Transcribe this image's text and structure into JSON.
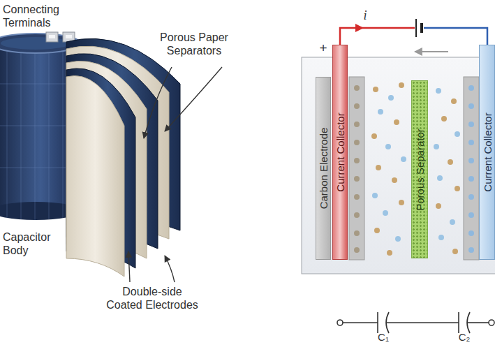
{
  "diagram": {
    "nodes": [
      {
        "text": [
          "Carbon Electrode"
        ]
      },
      {
        "text": [
          "Current Collector"
        ]
      },
      {
        "text": [
          "Porous Separator"
        ]
      },
      {
        "text": [
          "Current Collector"
        ]
      }
    ],
    "labels": [
      "Connecting Terminals",
      "Porous Paper Separators",
      "Capacitor Body",
      "Double-side Coated Electrodes",
      "i",
      "+",
      "C₁",
      "C₂"
    ]
  }
}
